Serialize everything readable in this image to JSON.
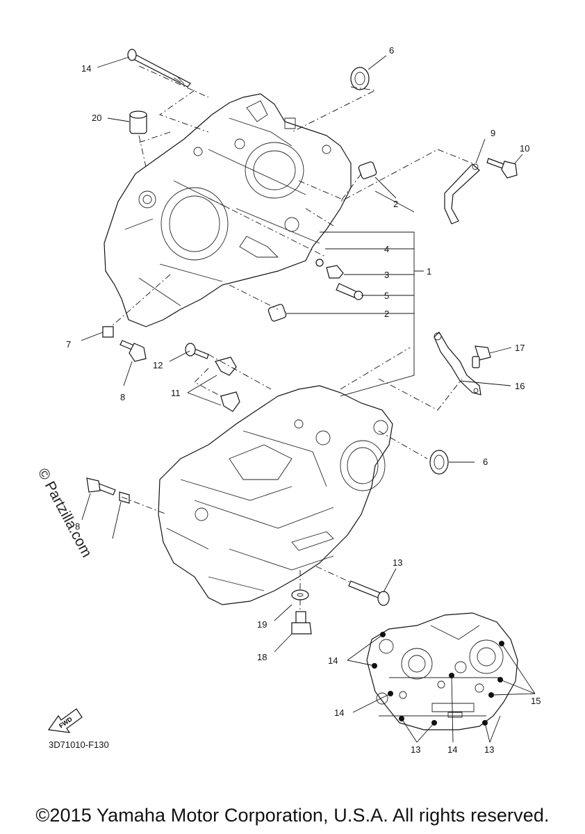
{
  "callouts": {
    "c1": "1",
    "c2a": "2",
    "c2b": "2",
    "c3": "3",
    "c4": "4",
    "c5": "5",
    "c6a": "6",
    "c6b": "6",
    "c7": "7",
    "c8a": "8",
    "c8b": "8",
    "c9": "9",
    "c10": "10",
    "c11": "11",
    "c12": "12",
    "c13a": "13",
    "c14a": "14",
    "c16": "16",
    "c17": "17",
    "c18": "18",
    "c19": "19",
    "c20": "20"
  },
  "inset_callouts": {
    "c14a": "14",
    "c14b": "14",
    "c14c": "14",
    "c13a": "13",
    "c13b": "13",
    "c15": "15"
  },
  "fwd_label": "FWD",
  "diagram_code": "3D71010-F130",
  "watermark": "© Partzilla.com",
  "copyright": "©2015 Yamaha Motor Corporation, U.S.A. All rights reserved."
}
